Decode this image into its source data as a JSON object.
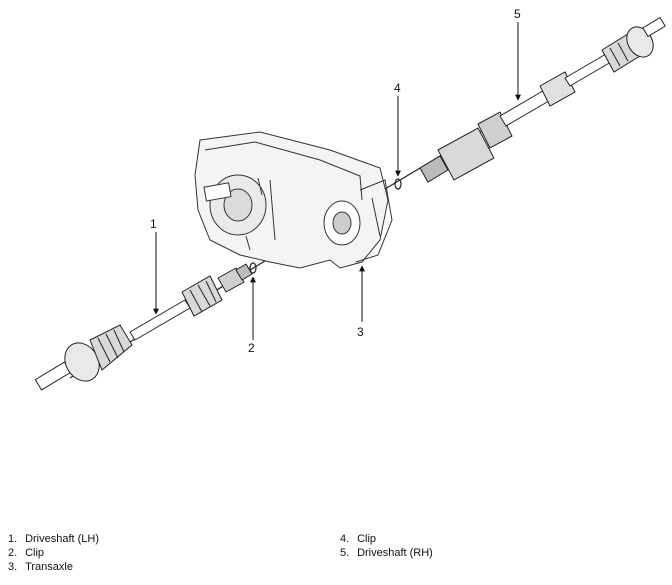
{
  "callouts": [
    {
      "number": "1",
      "label": "Driveshaft (LH)"
    },
    {
      "number": "2",
      "label": "Clip"
    },
    {
      "number": "3",
      "label": "Transaxle"
    },
    {
      "number": "4",
      "label": "Clip"
    },
    {
      "number": "5",
      "label": "Driveshaft (RH)"
    }
  ],
  "legend_numbers": [
    "1.",
    "2.",
    "3.",
    "4.",
    "5."
  ]
}
